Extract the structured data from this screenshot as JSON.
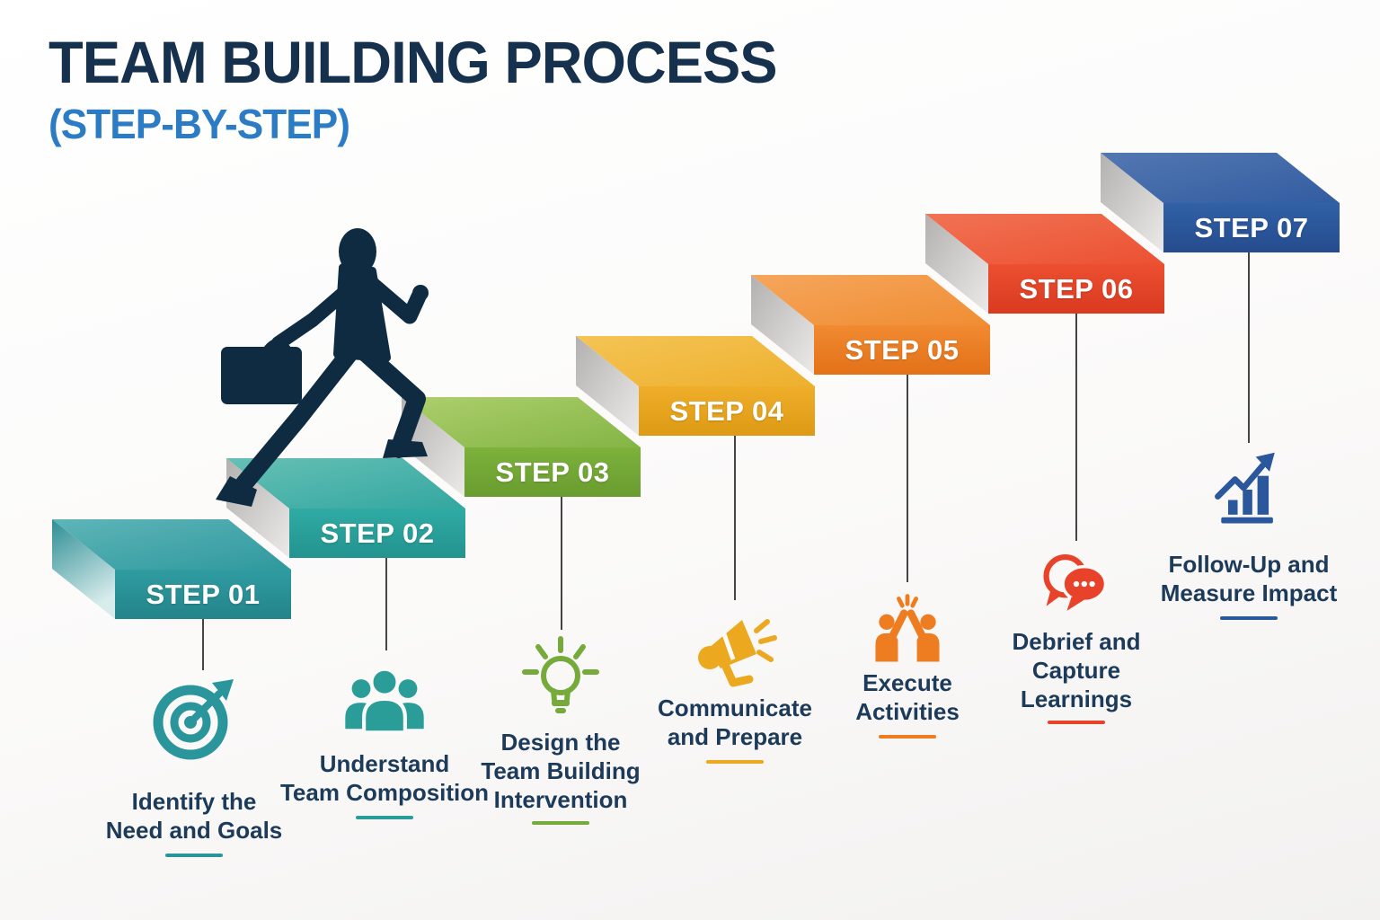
{
  "title": "TEAM BUILDING PROCESS",
  "subtitle": "(STEP-BY-STEP)",
  "steps": [
    {
      "label": "STEP 01",
      "desc": [
        "Identify the",
        "Need and Goals"
      ],
      "icon": "target-icon",
      "color": "#2a9399",
      "accent": "#2a969c"
    },
    {
      "label": "STEP 02",
      "desc": [
        "Understand",
        "Team Composition"
      ],
      "icon": "team-group-icon",
      "color": "#2aa29c",
      "accent": "#2a9d98"
    },
    {
      "label": "STEP 03",
      "desc": [
        "Design the",
        "Team Building",
        "Intervention"
      ],
      "icon": "lightbulb-icon",
      "color": "#74a937",
      "accent": "#76aa3b"
    },
    {
      "label": "STEP 04",
      "desc": [
        "Communicate",
        "and Prepare"
      ],
      "icon": "megaphone-icon",
      "color": "#e9a51f",
      "accent": "#eca81e"
    },
    {
      "label": "STEP 05",
      "desc": [
        "Execute",
        "Activities"
      ],
      "icon": "high-five-icon",
      "color": "#ee7d22",
      "accent": "#ee7d22"
    },
    {
      "label": "STEP 06",
      "desc": [
        "Debrief and",
        "Capture",
        "Learnings"
      ],
      "icon": "chat-bubbles-icon",
      "color": "#e8432a",
      "accent": "#e8432a"
    },
    {
      "label": "STEP 07",
      "desc": [
        "Follow-Up and",
        "Measure Impact"
      ],
      "icon": "growth-chart-icon",
      "color": "#2b579d",
      "accent": "#2b579d"
    }
  ],
  "figure": {
    "name": "businessman-climbing-stairs",
    "color": "#0e2b42"
  },
  "palette": {
    "title": "#16314e",
    "subtitle": "#2b7cc4",
    "description_text": "#1c3a59",
    "connector_line": "#444444",
    "block_side_gray": "#c9c7c6",
    "background": "#fbfaf9"
  }
}
